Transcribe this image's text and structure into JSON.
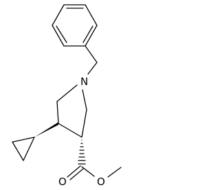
{
  "molecule": {
    "atoms": {
      "nitrogen": "N",
      "carbonyl_oxygen": "O",
      "ester_oxygen": "O"
    }
  },
  "colors": {
    "background": "#ffffff",
    "ink": "#000000"
  }
}
